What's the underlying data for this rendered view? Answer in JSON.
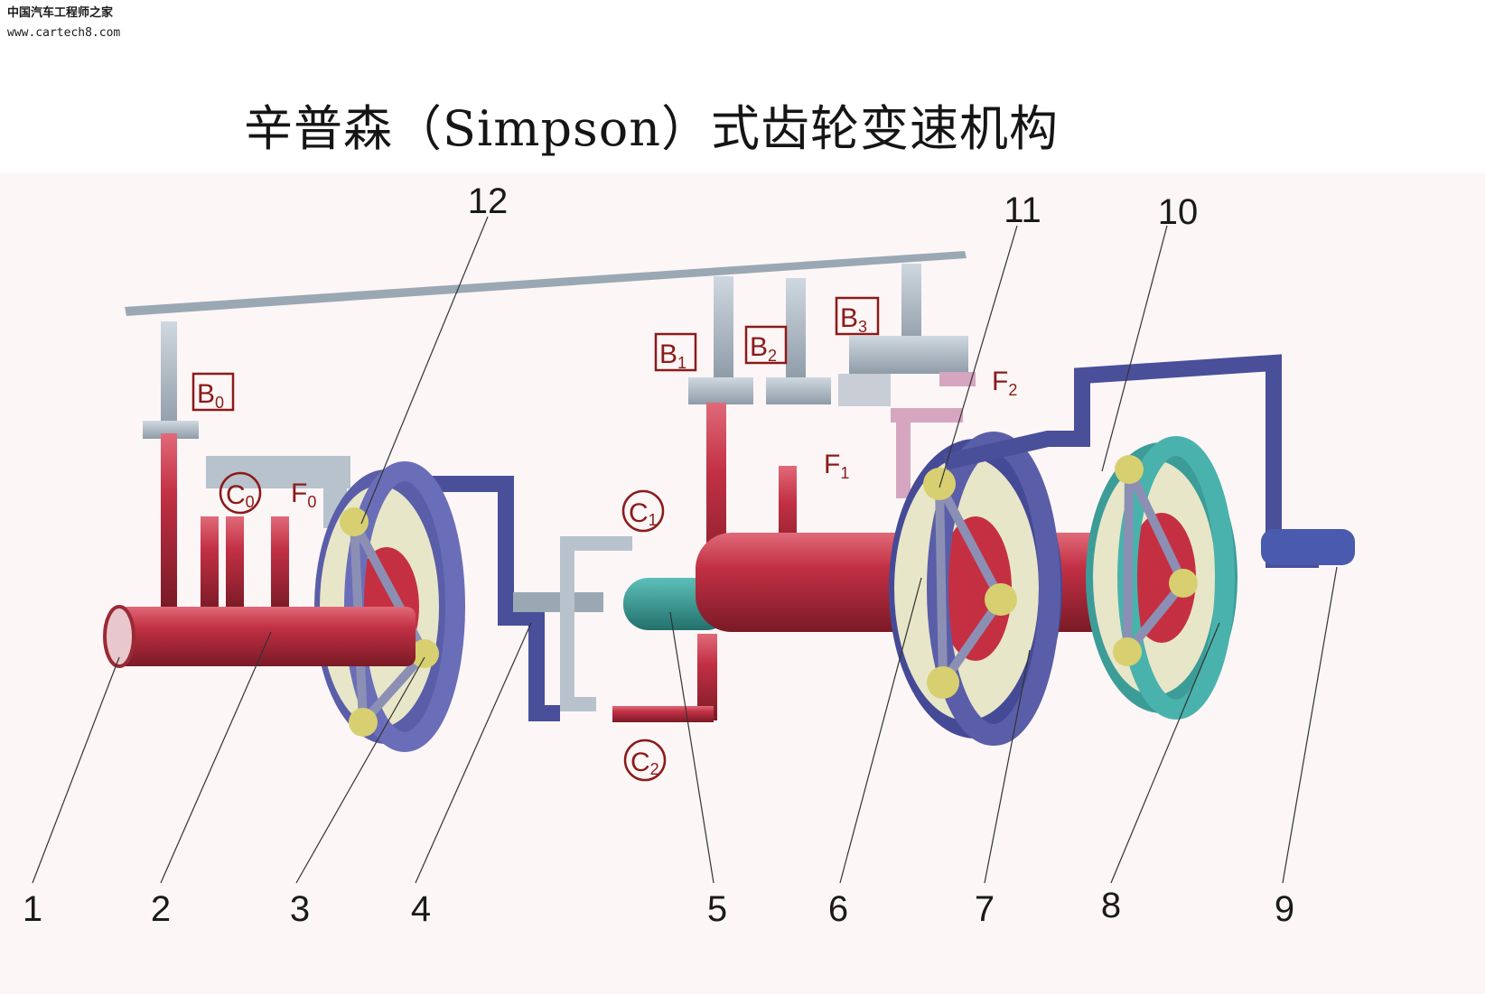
{
  "watermark": {
    "line1": "中国汽车工程师之家",
    "line2": "www.cartech8.com"
  },
  "title": "辛普森（Simpson）式齿轮变速机构",
  "callouts": [
    "1",
    "2",
    "3",
    "4",
    "5",
    "6",
    "7",
    "8",
    "9",
    "10",
    "11",
    "12"
  ],
  "components": {
    "B0": {
      "letter": "B",
      "sub": "0"
    },
    "B1": {
      "letter": "B",
      "sub": "1"
    },
    "B2": {
      "letter": "B",
      "sub": "2"
    },
    "B3": {
      "letter": "B",
      "sub": "3"
    },
    "C0": {
      "letter": "C",
      "sub": "0"
    },
    "C1": {
      "letter": "C",
      "sub": "1"
    },
    "C2": {
      "letter": "C",
      "sub": "2"
    },
    "F0": {
      "letter": "F",
      "sub": "0"
    },
    "F1": {
      "letter": "F",
      "sub": "1"
    },
    "F2": {
      "letter": "F",
      "sub": "2"
    }
  },
  "colors": {
    "shaft_red": "#b8283a",
    "drum_blue": "#4a4f9a",
    "ring_teal": "#3c9c98",
    "grey": "#a9b6c2",
    "pink": "#d6a6c0",
    "yellow": "#d8d070",
    "label_red": "#8b1a1a"
  }
}
